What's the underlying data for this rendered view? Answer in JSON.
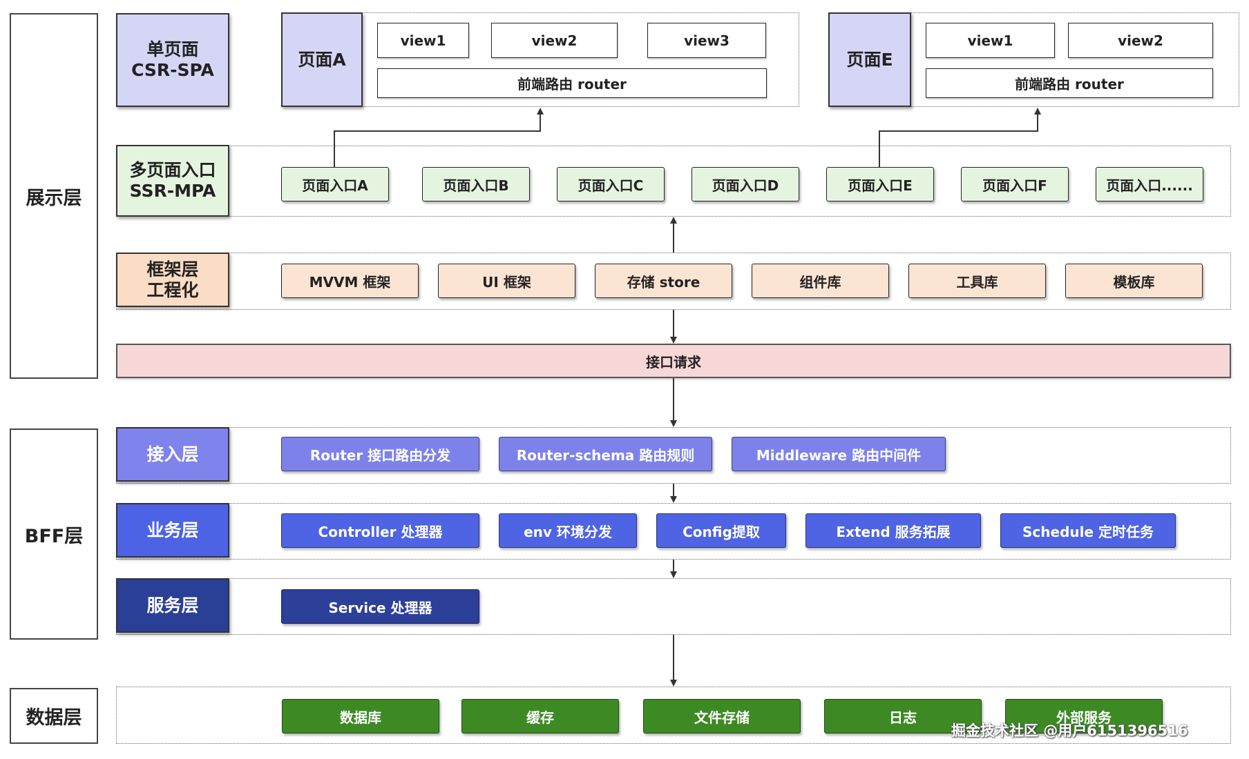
{
  "tiers": {
    "presentation": "展示层",
    "bff": "BFF层",
    "data": "数据层"
  },
  "spa": {
    "header_line1": "单页面",
    "header_line2": "CSR-SPA",
    "page_a": {
      "label": "页面A",
      "views": [
        "view1",
        "view2",
        "view3"
      ],
      "router": "前端路由 router"
    },
    "page_e": {
      "label": "页面E",
      "views": [
        "view1",
        "view2"
      ],
      "router": "前端路由 router"
    }
  },
  "mpa": {
    "header_line1": "多页面入口",
    "header_line2": "SSR-MPA",
    "entries": [
      "页面入口A",
      "页面入口B",
      "页面入口C",
      "页面入口D",
      "页面入口E",
      "页面入口F",
      "页面入口......"
    ]
  },
  "framework": {
    "header_line1": "框架层",
    "header_line2": "工程化",
    "items": [
      "MVVM 框架",
      "UI 框架",
      "存储 store",
      "组件库",
      "工具库",
      "模板库"
    ]
  },
  "request": {
    "label": "接口请求"
  },
  "access": {
    "header": "接入层",
    "items": [
      "Router 接口路由分发",
      "Router-schema 路由规则",
      "Middleware 路由中间件"
    ]
  },
  "business": {
    "header": "业务层",
    "items": [
      "Controller 处理器",
      "env 环境分发",
      "Config提取",
      "Extend 服务拓展",
      "Schedule 定时任务"
    ]
  },
  "service": {
    "header": "服务层",
    "items": [
      "Service 处理器"
    ]
  },
  "datastore": {
    "items": [
      "数据库",
      "缓存",
      "文件存储",
      "日志",
      "外部服务"
    ]
  },
  "watermark": "掘金技术社区 @用户6151396516"
}
